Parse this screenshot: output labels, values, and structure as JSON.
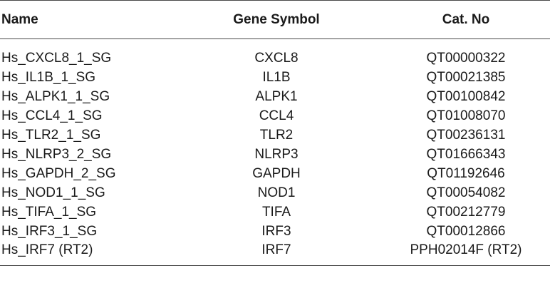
{
  "headers": {
    "name": "Name",
    "gene_symbol": "Gene Symbol",
    "cat_no": "Cat. No"
  },
  "rows": [
    {
      "name": "Hs_CXCL8_1_SG",
      "gene": "CXCL8",
      "cat": "QT00000322"
    },
    {
      "name": "Hs_IL1B_1_SG",
      "gene": "IL1B",
      "cat": "QT00021385"
    },
    {
      "name": "Hs_ALPK1_1_SG",
      "gene": "ALPK1",
      "cat": "QT00100842"
    },
    {
      "name": "Hs_CCL4_1_SG",
      "gene": "CCL4",
      "cat": "QT01008070"
    },
    {
      "name": "Hs_TLR2_1_SG",
      "gene": "TLR2",
      "cat": "QT00236131"
    },
    {
      "name": "Hs_NLRP3_2_SG",
      "gene": "NLRP3",
      "cat": "QT01666343"
    },
    {
      "name": "Hs_GAPDH_2_SG",
      "gene": "GAPDH",
      "cat": "QT01192646"
    },
    {
      "name": "Hs_NOD1_1_SG",
      "gene": "NOD1",
      "cat": "QT00054082"
    },
    {
      "name": "Hs_TIFA_1_SG",
      "gene": "TIFA",
      "cat": "QT00212779"
    },
    {
      "name": "Hs_IRF3_1_SG",
      "gene": "IRF3",
      "cat": "QT00012866"
    },
    {
      "name": "Hs_IRF7 (RT2)",
      "gene": "IRF7",
      "cat": "PPH02014F (RT2)"
    }
  ]
}
